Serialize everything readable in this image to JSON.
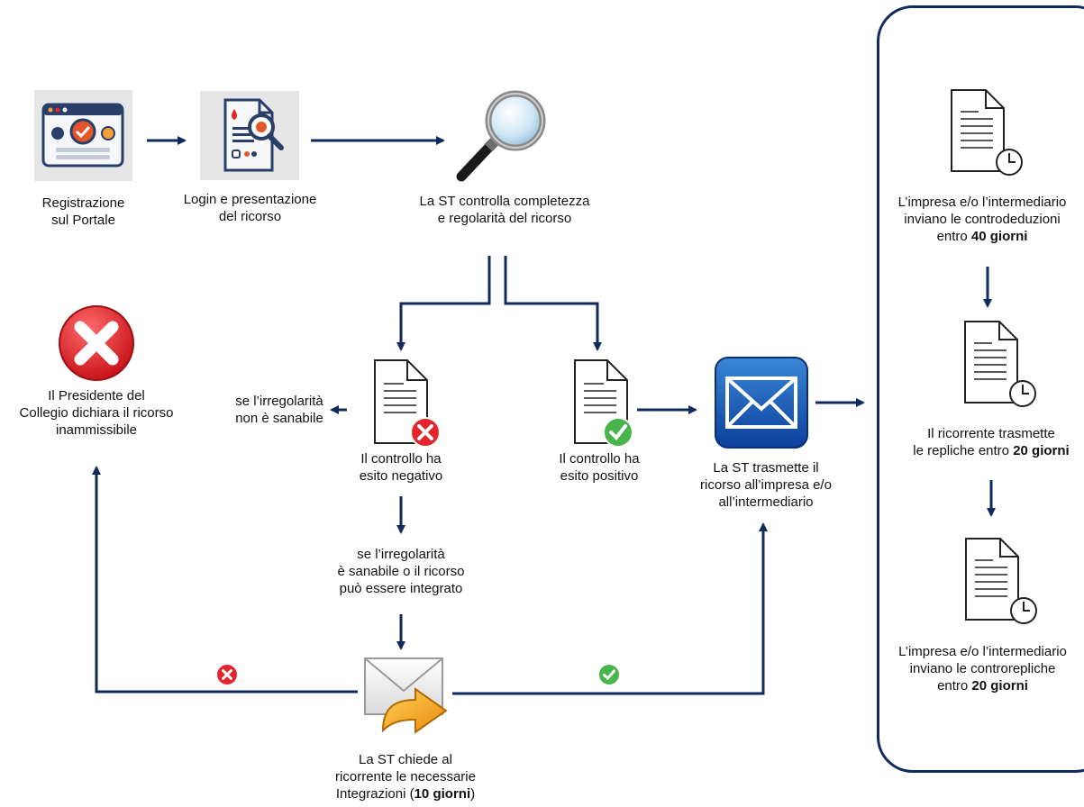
{
  "colors": {
    "arrow": "#0f2a5e",
    "panel_border": "#0f2a5e",
    "error_red": "#e3262b",
    "ok_green": "#47b54a"
  },
  "steps": {
    "registration": "Registrazione\nsul Portale",
    "login": "Login e presentazione\ndel ricorso",
    "check": "La ST controlla completezza\ne regolarità del ricorso",
    "president": "Il Presidente del\nCollegio dichiara il ricorso\ninammissibile",
    "not_fixable": "se l’irregolarità\nnon è sanabile",
    "negative": "Il controllo ha\nesito negativo",
    "positive": "Il controllo ha\nesito positivo",
    "transmit": "La ST trasmette il\nricorso all’impresa e/o\nall’intermediario",
    "fixable": "se l’irregolarità\nè sanabile o il ricorso\npuò essere integrato",
    "request_pre": "La ST chiede al\nricorrente le necessarie\nIntegrazioni (",
    "request_bold": "10 giorni",
    "request_post": ")"
  },
  "panel": {
    "counter_pre": "L’impresa e/o l’intermediario\ninviano le controdeduzioni\nentro ",
    "counter_bold": "40 giorni",
    "replies_pre": "Il ricorrente trasmette\nle repliche entro ",
    "replies_bold": "20 giorni",
    "rebuttal_pre": "L’impresa e/o l’intermediario\ninviano le controrepliche\nentro ",
    "rebuttal_bold": "20 giorni"
  },
  "icons": {
    "registration": "portal-window-icon",
    "login": "document-search-icon",
    "check": "magnifying-glass-icon",
    "president": "red-x-circle-icon",
    "negative": "document-error-icon",
    "positive": "document-check-icon",
    "transmit": "envelope-icon",
    "request": "envelope-forward-icon",
    "reject_badge": "small-red-x-icon",
    "accept_badge": "small-green-check-icon",
    "panel_doc": "document-clock-icon"
  }
}
